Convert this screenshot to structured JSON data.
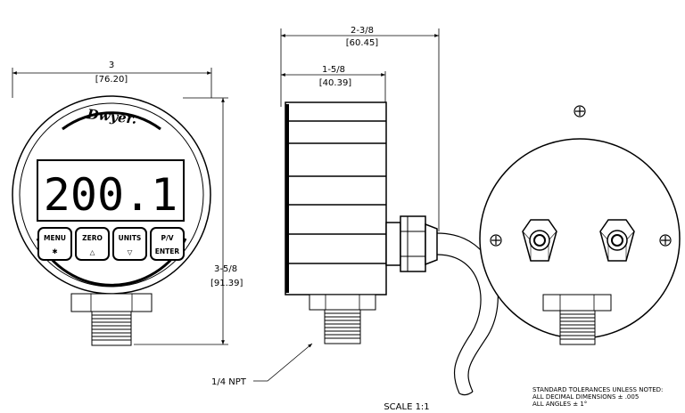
{
  "dimensions": {
    "front_width_in": "3",
    "front_width_mm": "[76.20]",
    "front_height_in": "3-5/8",
    "front_height_mm": "[91.39]",
    "side_total_in": "2-3/8",
    "side_total_mm": "[60.45]",
    "side_body_in": "1-5/8",
    "side_body_mm": "[40.39]"
  },
  "gauge": {
    "brand": "Dwyer.",
    "display_value": "200.1",
    "buttons": [
      {
        "label": "MENU",
        "symbol": "✱"
      },
      {
        "label": "ZERO",
        "symbol": "△"
      },
      {
        "label": "UNITS",
        "symbol": "▽"
      },
      {
        "label": "P/V",
        "symbol": "ENTER"
      }
    ]
  },
  "labels": {
    "thread": "1/4 NPT",
    "scale": "SCALE  1:1",
    "tolerance_line1": "STANDARD TOLERANCES UNLESS NOTED:",
    "tolerance_line2": "ALL DECIMAL DIMENSIONS  ± .005",
    "tolerance_line3": "ALL ANGLES ± 1°"
  }
}
